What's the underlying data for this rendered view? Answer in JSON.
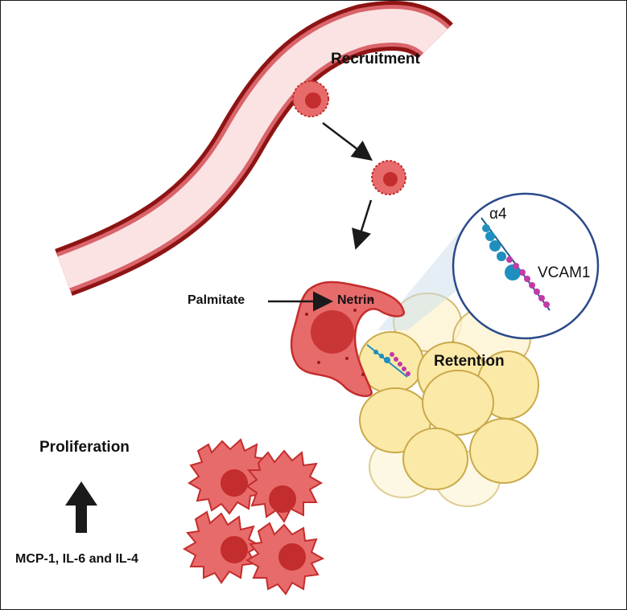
{
  "labels": {
    "recruitment": "Recruitment",
    "palmitate": "Palmitate",
    "netrin": "Netrin",
    "retention": "Retention",
    "alpha4": "α4",
    "vcam1": "VCAM1",
    "proliferation": "Proliferation",
    "cytokines": "MCP-1, IL-6 and IL-4"
  },
  "colors": {
    "vessel_wall": "#9b1b1b",
    "vessel_lumen": "#fbe3e3",
    "cell_fill": "#e86b6b",
    "cell_nucleus": "#c42d2d",
    "adipocyte_fill": "#fbe9a7",
    "adipocyte_stroke": "#c9a94a",
    "integrin_blue": "#1f8fbf",
    "vcam_magenta": "#c23aa6",
    "zoom_circle": "#2b4a8a",
    "arrow": "#1a1a1a"
  }
}
